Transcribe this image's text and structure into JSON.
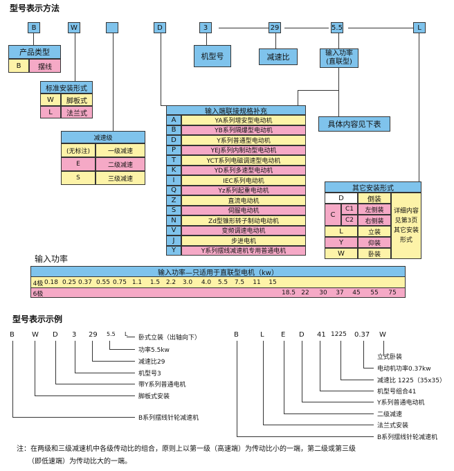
{
  "title": "型号表示方法",
  "code": {
    "top": [
      "B",
      "W",
      "",
      "D",
      "3",
      "29",
      "5.5",
      "L"
    ],
    "labels": [
      "机型号",
      "减速比",
      "输入功率\n(直联型)"
    ],
    "content_note": "具体内容见下表"
  },
  "product_type": {
    "header": "产品类型",
    "code": "B",
    "value": "摆线"
  },
  "mount_std": {
    "header": "标准安装形式",
    "rows": [
      [
        "W",
        "脚板式"
      ],
      [
        "L",
        "法兰式"
      ]
    ]
  },
  "reduction": {
    "header": "减速级",
    "rows": [
      [
        "(无标注)",
        "一级减速"
      ],
      [
        "E",
        "二级减速"
      ],
      [
        "S",
        "三级减速"
      ]
    ]
  },
  "input": {
    "header": "输入端联接规格补充",
    "rows": [
      [
        "A",
        "YA系列增安型电动机"
      ],
      [
        "B",
        "YB系列隔爆型电动机"
      ],
      [
        "D",
        "Y系列普通型电动机"
      ],
      [
        "P",
        "YEJ系列内制动型电动机"
      ],
      [
        "T",
        "YCT系列电磁调速型电动机"
      ],
      [
        "K",
        "YD系列多速型电动机"
      ],
      [
        "I",
        "IEC系列电动机"
      ],
      [
        "Q",
        "Yz系列起重电动机"
      ],
      [
        "Z",
        "直流电动机"
      ],
      [
        "S",
        "伺服电动机"
      ],
      [
        "N",
        "Zd型锥形转子制动电动机"
      ],
      [
        "V",
        "变频调速电动机"
      ],
      [
        "J",
        "步进电机"
      ],
      [
        "Y",
        "Y系列摆线减速机专用普通电机"
      ]
    ]
  },
  "other_mount": {
    "header": "其它安装形式",
    "rows": [
      [
        "D",
        "",
        "倒装"
      ],
      [
        "C",
        "C1",
        "左侧装"
      ],
      [
        "",
        "C2",
        "右侧装"
      ],
      [
        "L",
        "",
        "立装"
      ],
      [
        "Y",
        "",
        "仰装"
      ],
      [
        "W",
        "",
        "卧装"
      ]
    ],
    "note": [
      "详细内容",
      "见第3页",
      "其它安装",
      "形式"
    ]
  },
  "power": {
    "title": "输入功率",
    "header": "输入功率—只适用于直联型电机（kw）",
    "row4_label": "4极",
    "row4": [
      "0.18",
      "0.25",
      "0.37",
      "0.55",
      "0.75",
      "1.1",
      "1.5",
      "2.2",
      "3.0",
      "4.0",
      "5.5",
      "7.5",
      "11",
      "15"
    ],
    "row6_label": "6极",
    "row6": [
      "18.5",
      "22",
      "30",
      "37",
      "45",
      "55",
      "75"
    ]
  },
  "example_title": "型号表示示例",
  "ex1": {
    "codes": [
      "B",
      "W",
      "D",
      "3",
      "29",
      "5.5",
      "L"
    ],
    "labels": [
      "卧式立装（出轴向下）",
      "功率5.5kw",
      "减速比29",
      "机型号3",
      "带Y系列普通电机",
      "脚板式安装",
      "B系列摆线针轮减速机"
    ]
  },
  "ex2": {
    "codes": [
      "B",
      "L",
      "E",
      "D",
      "41",
      "1225",
      "0.37",
      "W"
    ],
    "labels": [
      "立式卧装",
      "电动机功率0.37kw",
      "减速比 1225（35x35）",
      "机型号组合41",
      "Y系列普通电动机",
      "二级减速",
      "法兰式安装",
      "B系列摆线针轮减速机"
    ]
  },
  "note": [
    "注：在两级和三级减速机中各级传动比的组合，原则上以第一级（高速端）为传动比小的一端，第二级或第三级",
    "（即低速端）为传动比大的一端。"
  ]
}
